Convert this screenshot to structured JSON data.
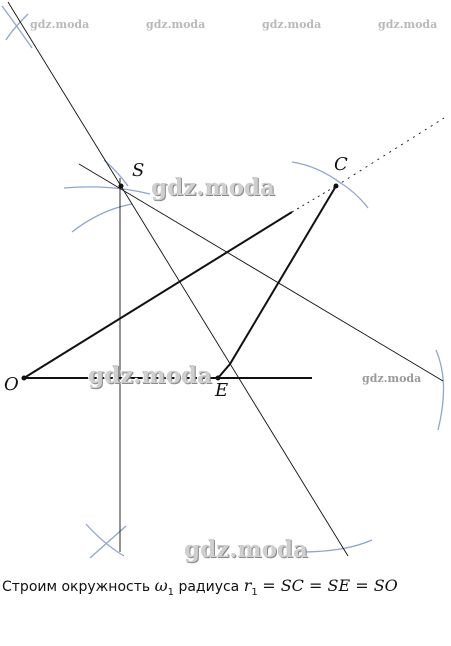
{
  "watermarks": {
    "top": [
      "gdz.moda",
      "gdz.moda",
      "gdz.moda",
      "gdz.moda"
    ],
    "big_1": "gdz.moda",
    "big_2": "gdz.moda",
    "big_3": "gdz.moda",
    "side": "gdz.moda"
  },
  "points": {
    "S": "S",
    "C": "C",
    "O": "O",
    "E": "E"
  },
  "caption": {
    "text_before": "Строим окружность",
    "omega": "ω",
    "omega_sub": "1",
    "text_middle": "радиуса",
    "r": "r",
    "r_sub": "1",
    "equation": "= SC = SE = SO"
  },
  "colors": {
    "line": "#111111",
    "arc": "#8fa6cf",
    "watermark": "#b9b9b9"
  }
}
